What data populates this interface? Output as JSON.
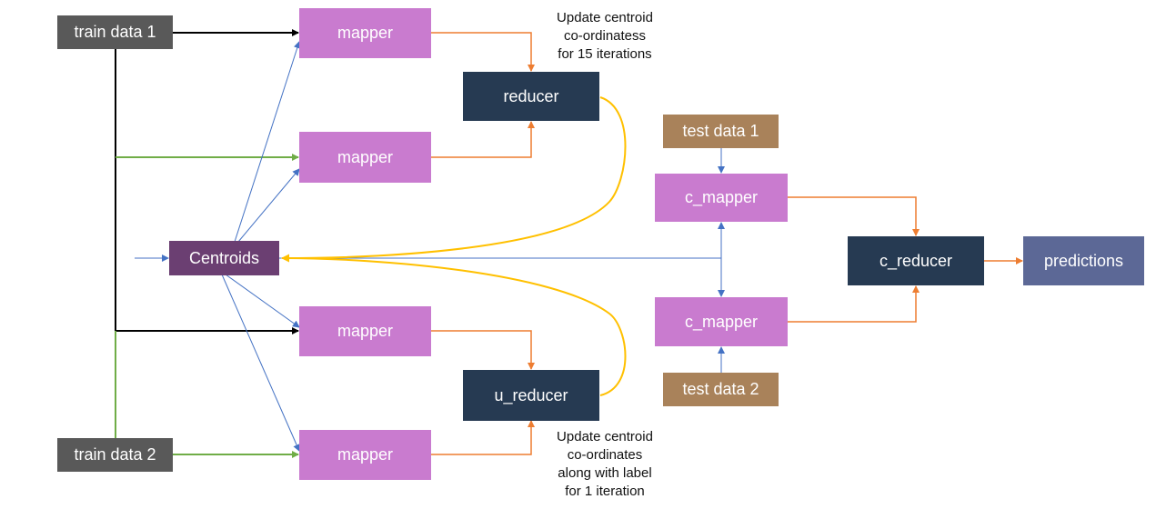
{
  "nodes": {
    "train_data_1": "train data 1",
    "train_data_2": "train data 2",
    "mapper_1": "mapper",
    "mapper_2": "mapper",
    "mapper_3": "mapper",
    "mapper_4": "mapper",
    "reducer": "reducer",
    "u_reducer": "u_reducer",
    "centroids": "Centroids",
    "test_data_1": "test data 1",
    "test_data_2": "test data 2",
    "c_mapper_1": "c_mapper",
    "c_mapper_2": "c_mapper",
    "c_reducer": "c_reducer",
    "predictions": "predictions"
  },
  "notes": {
    "top": "Update centroid\nco-ordinatess\nfor 15 iterations",
    "bottom": "Update centroid\nco-ordinates\nalong with  label\nfor 1 iteration"
  },
  "colors": {
    "black_edge": "#000000",
    "green_edge": "#70ad47",
    "orange_edge": "#ed7d31",
    "blue_edge": "#4472c4",
    "gold_edge": "#ffc000"
  }
}
